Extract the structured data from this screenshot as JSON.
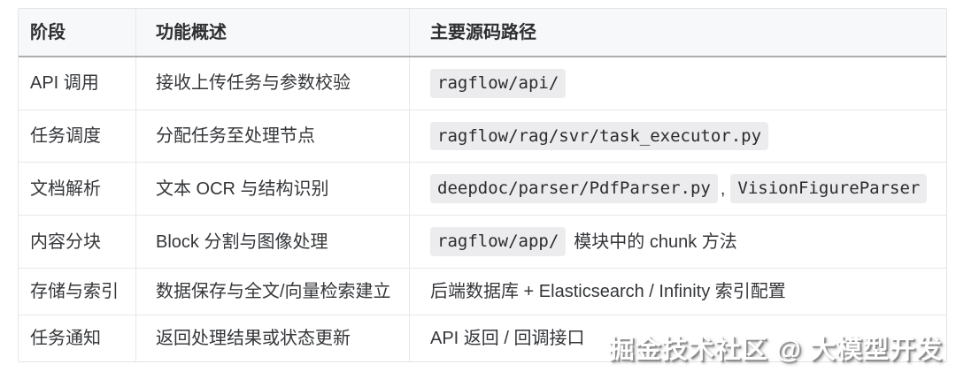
{
  "table": {
    "headers": {
      "stage": "阶段",
      "summary": "功能概述",
      "path": "主要源码路径"
    },
    "rows": [
      {
        "stage": "API 调用",
        "summary": "接收上传任务与参数校验",
        "path": {
          "code": "ragflow/api/"
        }
      },
      {
        "stage": "任务调度",
        "summary": "分配任务至处理节点",
        "path": {
          "code": "ragflow/rag/svr/task_executor.py"
        }
      },
      {
        "stage": "文档解析",
        "summary": "文本 OCR 与结构识别",
        "path": {
          "code": "deepdoc/parser/PdfParser.py",
          "separator": ",",
          "code2": "VisionFigureParser"
        }
      },
      {
        "stage": "内容分块",
        "summary": "Block 分割与图像处理",
        "path": {
          "code": "ragflow/app/",
          "text": "模块中的 chunk 方法"
        }
      },
      {
        "stage": "存储与索引",
        "summary": "数据保存与全文/向量检索建立",
        "path": {
          "text": "后端数据库 + Elasticsearch / Infinity 索引配置"
        }
      },
      {
        "stage": "任务通知",
        "summary": "返回处理结果或状态更新",
        "path": {
          "text": "API 返回 / 回调接口"
        }
      }
    ]
  },
  "watermark": {
    "text": "掘金技术社区 @ 大模型开发"
  },
  "colors": {
    "header_background": "#f7f8fa",
    "border_light": "#e7e8ea",
    "header_bottom_border": "#acaeb0",
    "text": "#343639",
    "code_background": "#ececee",
    "code_text": "#2a2b2d",
    "watermark_text": "#ffffff"
  }
}
